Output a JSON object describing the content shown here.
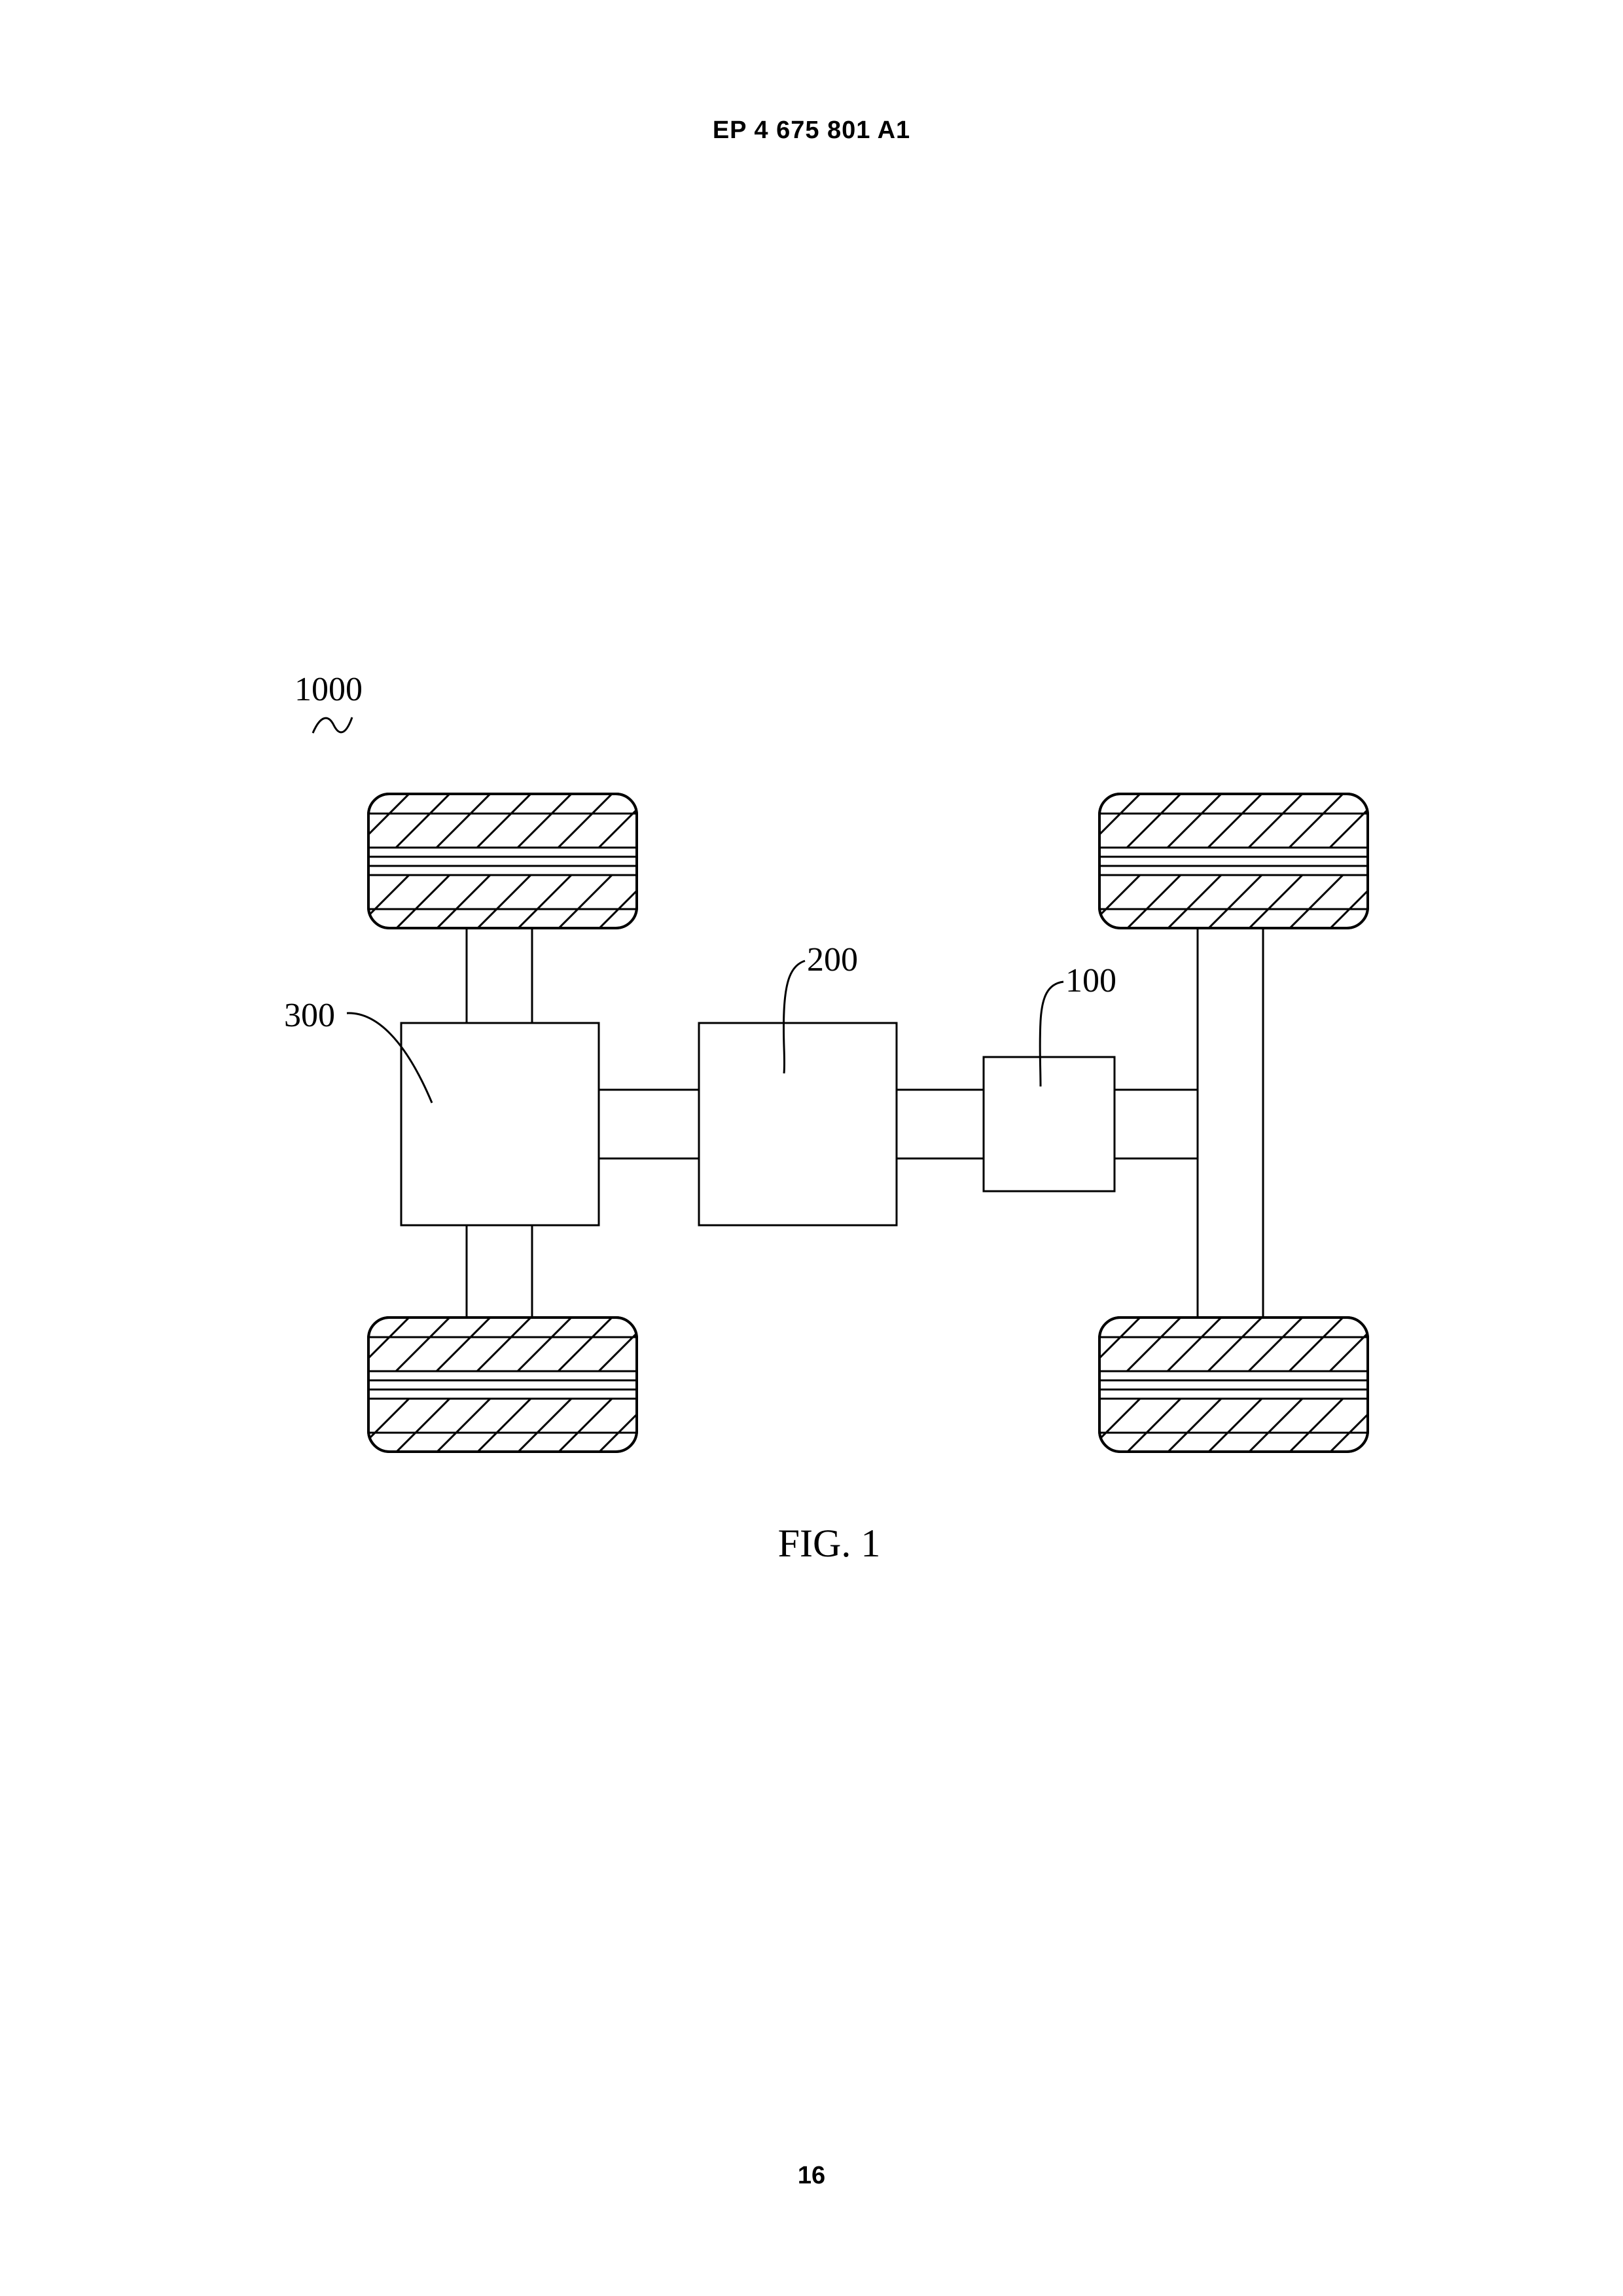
{
  "header": {
    "publication_number": "EP 4 675 801 A1"
  },
  "figure": {
    "caption": "FIG. 1",
    "reference_numerals": {
      "vehicle": "1000",
      "component_100": "100",
      "component_200": "200",
      "component_300": "300"
    }
  },
  "footer": {
    "page_number": "16"
  }
}
